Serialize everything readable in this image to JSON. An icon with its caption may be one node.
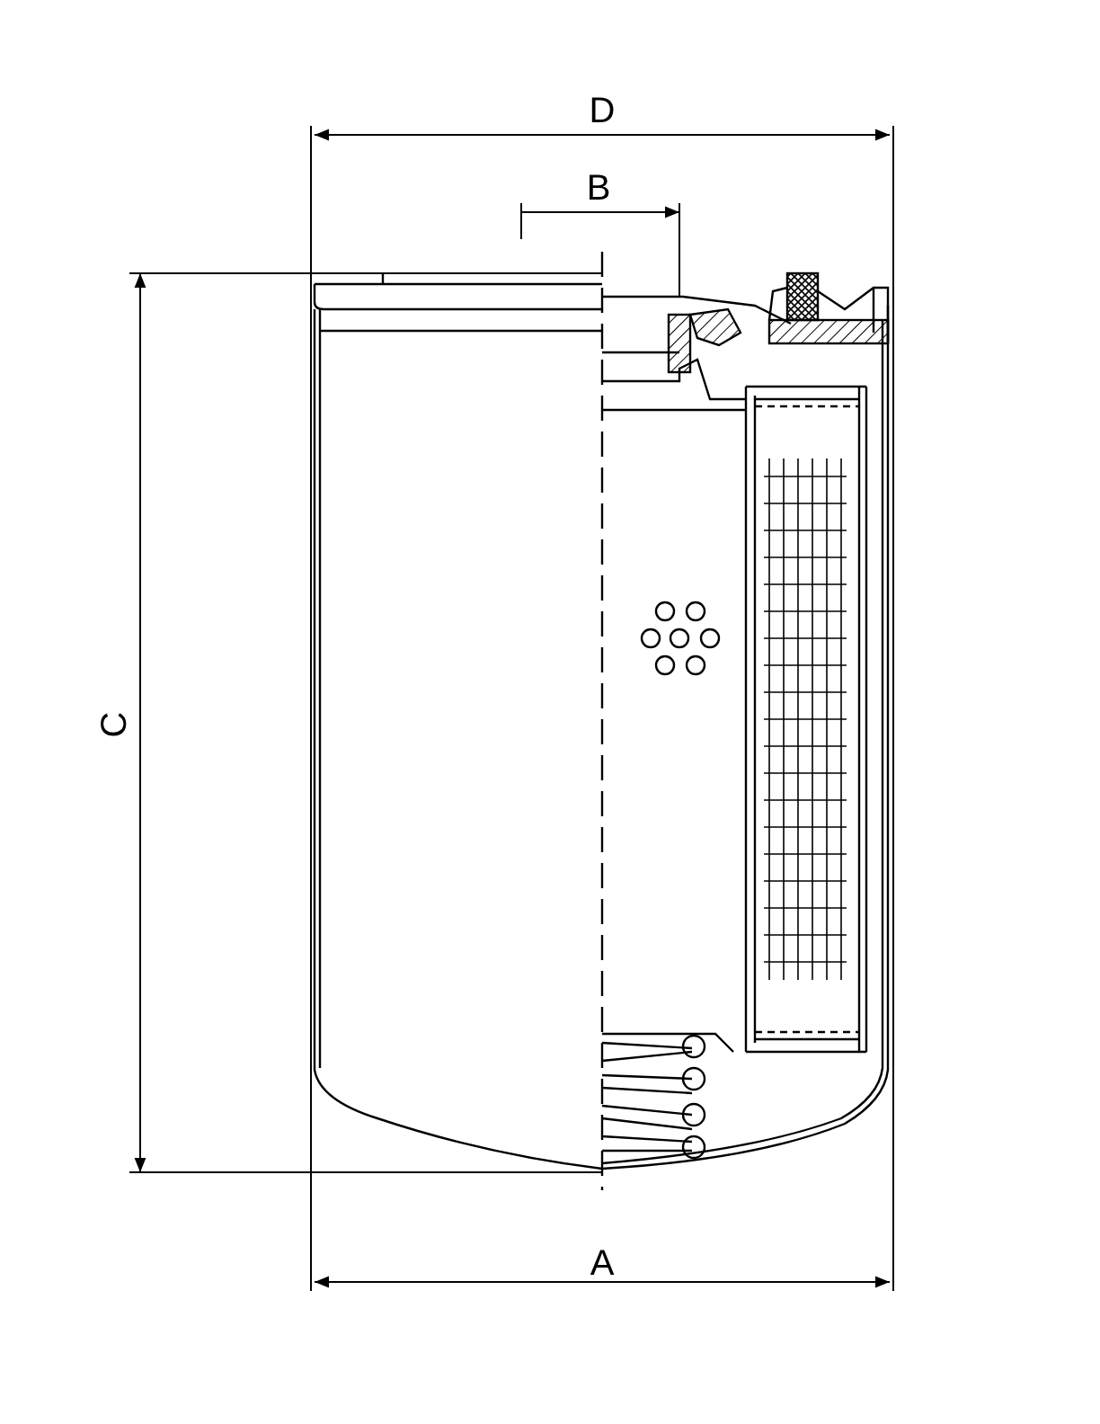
{
  "diagram": {
    "labels": [
      "D",
      "B",
      "C",
      "A"
    ]
  }
}
